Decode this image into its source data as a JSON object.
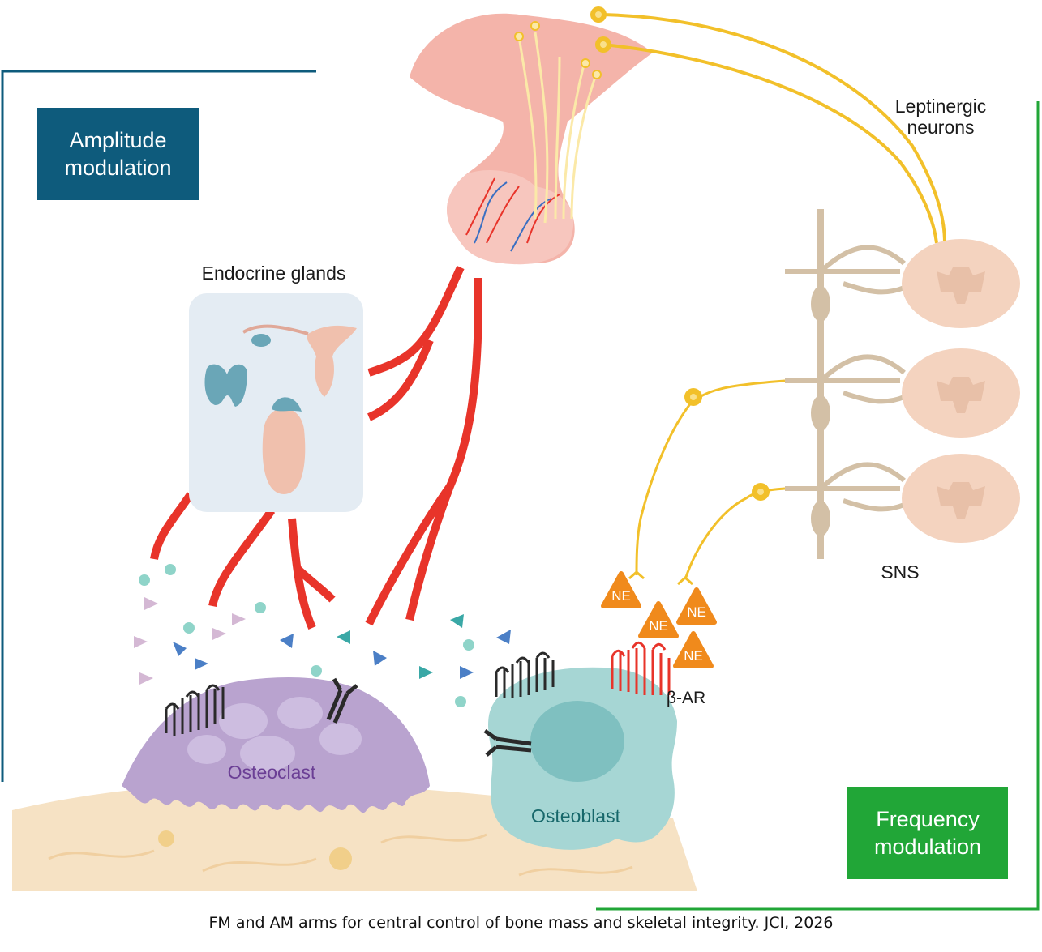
{
  "labels": {
    "amplitude_modulation": "Amplitude\nmodulation",
    "frequency_modulation": "Frequency\nmodulation",
    "endocrine_glands": "Endocrine glands",
    "leptinergic_neurons": "Leptinergic\nneurons",
    "sns": "SNS",
    "osteoclast": "Osteoclast",
    "osteoblast": "Osteoblast",
    "beta_ar": "β-AR",
    "ne": "NE"
  },
  "caption": "FM and AM arms for central control of bone mass and skeletal integrity. JCI, 2026",
  "colors": {
    "amplitude_box": "#0e5b7c",
    "frequency_box": "#21a637",
    "blood_vessel": "#e8342a",
    "neuron": "#f2c02a",
    "ne_triangle": "#f08a1c",
    "osteoclast": "#b9a3cf",
    "osteoblast": "#a6d6d4",
    "bone": "#f6e2c4",
    "spinal_cord": "#f4d3bf",
    "sympathetic_chain": "#d3c0a6"
  }
}
